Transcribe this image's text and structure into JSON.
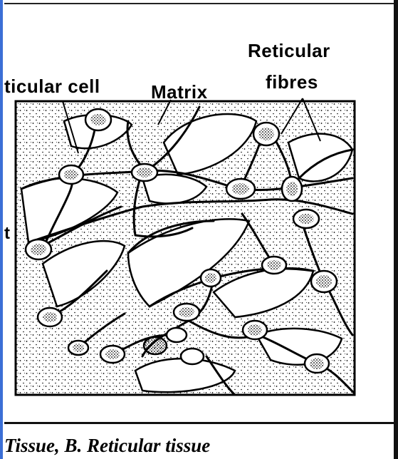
{
  "labels": {
    "reticular_cell": "ticular cell",
    "matrix": "Matrix",
    "reticular_fibres_line1": "Reticular",
    "reticular_fibres_line2": "fibres",
    "left_fragment": "t"
  },
  "caption": "Tissue, B. Reticular tissue"
}
